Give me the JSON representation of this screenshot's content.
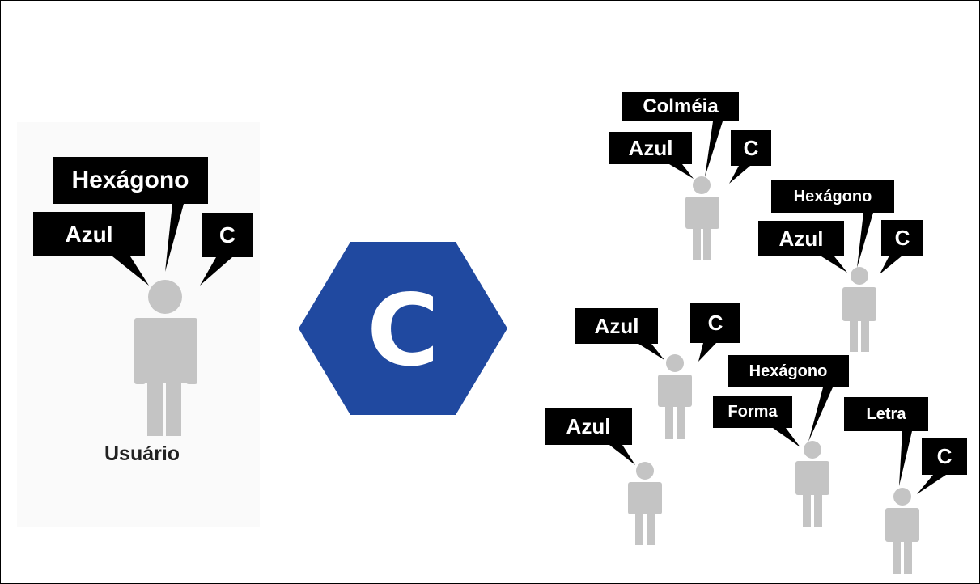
{
  "main_user": {
    "caption": "Usuário",
    "bubbles": [
      "Hexágono",
      "Azul",
      "C"
    ]
  },
  "center_symbol": {
    "letter": "C",
    "color": "#2049a0"
  },
  "crowd": [
    {
      "bubbles": [
        "Colméia",
        "Azul",
        "C"
      ]
    },
    {
      "bubbles": [
        "Hexágono",
        "Azul",
        "C"
      ]
    },
    {
      "bubbles": [
        "Azul",
        "C"
      ]
    },
    {
      "bubbles": [
        "Hexágono",
        "Forma"
      ]
    },
    {
      "bubbles": [
        "Azul"
      ]
    },
    {
      "bubbles": [
        "Letra",
        "C"
      ]
    }
  ],
  "colors": {
    "bubble_fill": "#000000",
    "figure_fill": "#c4c4c4",
    "caption_text": "#222222"
  }
}
